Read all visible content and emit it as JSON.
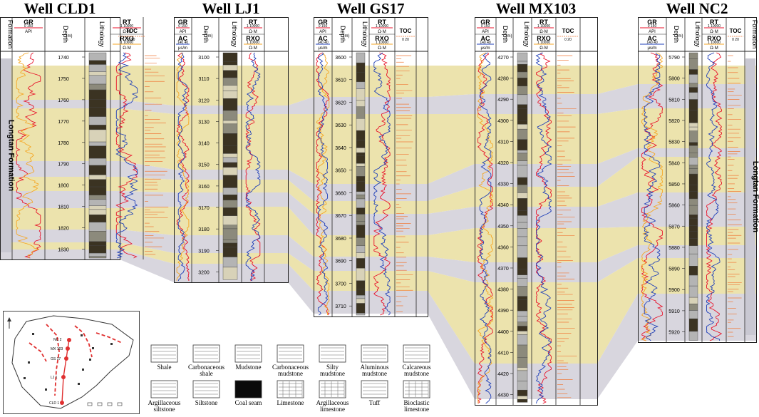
{
  "correlation": {
    "wells": [
      {
        "id": "cld1",
        "title": "Well  CLD1",
        "formation_header": "Formation",
        "depth_header": "Depth",
        "depth_unit": "(m)",
        "lithology_header": "Lithology",
        "gr_label": "GR",
        "gr_range": "0  150",
        "gr_unit": "API",
        "rt_label": "RT",
        "rt_range": "1  10000",
        "rt_unit": "Ω·M",
        "rxo_label": "RXO",
        "rxo_unit": "Ω·M",
        "toc_label": "TOC",
        "toc_range": "0  20",
        "formation_name": "Longtan Formation",
        "depths": [
          "1740",
          "1750",
          "1760",
          "1770",
          "1780",
          "1790",
          "1800",
          "1810",
          "1820",
          "1830"
        ]
      },
      {
        "id": "lj1",
        "title": "Well  LJ1",
        "depth_header": "Depth",
        "depth_unit": "(m)",
        "lithology_header": "Lithology",
        "gr_label": "GR",
        "gr_range": "0  150",
        "gr_unit": "API",
        "ac_label": "AC",
        "ac_range": "140  40",
        "ac_unit": "μs/m",
        "rt_label": "RT",
        "rt_range": "1  10000",
        "rt_unit": "Ω·M",
        "rxo_label": "RXO",
        "rxo_unit": "Ω·M",
        "depths": [
          "3100",
          "3110",
          "3120",
          "3130",
          "3140",
          "3150",
          "3160",
          "3170",
          "3180",
          "3190",
          "3200"
        ]
      },
      {
        "id": "gs17",
        "title": "Well  GS17",
        "depth_header": "Depth",
        "depth_unit": "(m)",
        "lithology_header": "Lithology",
        "gr_label": "GR",
        "gr_range": "0  150",
        "gr_unit": "API",
        "ac_label": "AC",
        "ac_range": "140  40",
        "ac_unit": "μs/m",
        "rt_label": "RT",
        "rt_range": "1  10000",
        "rt_unit": "Ω·M",
        "rxo_label": "RXO",
        "rxo_unit": "Ω·M",
        "toc_label": "TOC",
        "toc_range": "0  20",
        "depths": [
          "3600",
          "3610",
          "3620",
          "3630",
          "3640",
          "3650",
          "3660",
          "3670",
          "3680",
          "3690",
          "3700",
          "3710"
        ]
      },
      {
        "id": "mx103",
        "title": "Well  MX103",
        "depth_header": "Depth",
        "depth_unit": "(m)",
        "lithology_header": "Lithology",
        "gr_label": "GR",
        "gr_range": "0  150",
        "gr_unit": "API",
        "ac_label": "AC",
        "ac_range": "140  40",
        "ac_unit": "μs/m",
        "rt_label": "RT",
        "rt_range": "1  10000",
        "rt_unit": "Ω·M",
        "rxo_label": "RXO",
        "rxo_unit": "Ω·M",
        "toc_label": "TOC",
        "toc_range": "0  20",
        "depths": [
          "4270",
          "4280",
          "4290",
          "4300",
          "4310",
          "4320",
          "4330",
          "4340",
          "4350",
          "4360",
          "4370",
          "4380",
          "4390",
          "4400",
          "4410",
          "4420",
          "4430"
        ]
      },
      {
        "id": "nc2",
        "title": "Well  NC2",
        "formation_header": "Formation",
        "depth_header": "Depth",
        "depth_unit": "(m)",
        "lithology_header": "Lithology",
        "gr_label": "GR",
        "gr_range": "0  150",
        "gr_unit": "API",
        "ac_label": "AC",
        "ac_range": "140  40",
        "ac_unit": "μs/m",
        "rt_label": "RT",
        "rt_range": "1  10000",
        "rt_unit": "Ω·M",
        "rxo_label": "RXO",
        "rxo_unit": "Ω·M",
        "toc_label": "TOC",
        "toc_range": "0  20",
        "formation_name": "Longtan Formation",
        "depths": [
          "5790",
          "5800",
          "5810",
          "5820",
          "5830",
          "5840",
          "5850",
          "5860",
          "5870",
          "5880",
          "5890",
          "5900",
          "5910",
          "5920"
        ]
      }
    ]
  },
  "legend": {
    "items": [
      {
        "key": "shale",
        "label": [
          "Shale"
        ]
      },
      {
        "key": "carb-shale",
        "label": [
          "Carbonaceous",
          "shale"
        ]
      },
      {
        "key": "mudstone",
        "label": [
          "Mudstone"
        ]
      },
      {
        "key": "carb-mudstone",
        "label": [
          "Carbonaceous",
          "mudstone"
        ]
      },
      {
        "key": "silty-mudstone",
        "label": [
          "Silty",
          "mudstone"
        ]
      },
      {
        "key": "alum-mudstone",
        "label": [
          "Aluminous",
          "mudstone"
        ]
      },
      {
        "key": "calc-mudstone",
        "label": [
          "Calcareous",
          "mudstone"
        ]
      },
      {
        "key": "arg-siltstone",
        "label": [
          "Argillaceous",
          "siltstone"
        ]
      },
      {
        "key": "siltstone",
        "label": [
          "Siltstone"
        ]
      },
      {
        "key": "coal",
        "label": [
          "Coal seam"
        ]
      },
      {
        "key": "limestone",
        "label": [
          "Limestone"
        ]
      },
      {
        "key": "arg-limestone",
        "label": [
          "Argillaceous",
          "limestone"
        ]
      },
      {
        "key": "tuff",
        "label": [
          "Tuff"
        ]
      },
      {
        "key": "bio-limestone",
        "label": [
          "Bioclastic",
          "limestone"
        ]
      }
    ]
  },
  "map": {
    "well_labels": [
      "NC 2",
      "MX 103",
      "GS 17",
      "LJ 1",
      "CLD 1"
    ]
  },
  "colors": {
    "yellow_band": "#ece3ad",
    "gray_band": "#d8d6de",
    "gr_curve": "#e8122a",
    "ac_curve": "#1f3fb8",
    "rt_curve": "#e8122a",
    "rxo_curve": "#f5a623",
    "toc_bar": "#f07a3a",
    "coal": "#3b3322",
    "limestone_fill": "#b4b4b4"
  }
}
